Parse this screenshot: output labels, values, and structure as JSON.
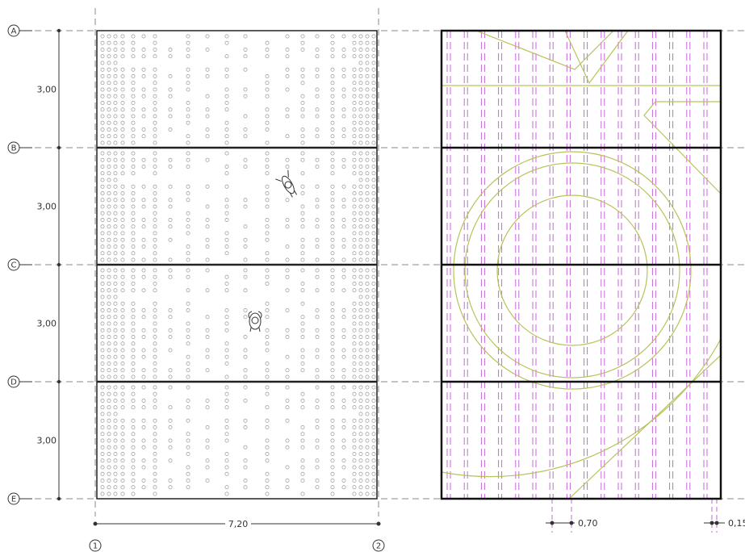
{
  "grid": {
    "rows": [
      {
        "label": "A"
      },
      {
        "label": "B"
      },
      {
        "label": "C"
      },
      {
        "label": "D"
      },
      {
        "label": "E"
      }
    ],
    "columns": [
      {
        "label": "1"
      },
      {
        "label": "2"
      }
    ]
  },
  "dimensions": {
    "bay_heights": [
      "3,00",
      "3,00",
      "3,00",
      "3,00"
    ],
    "width": "7,20",
    "strip_spacing": "0,70",
    "strip_width": "0,15"
  },
  "colors": {
    "line": "#222222",
    "grid_dash": "#888888",
    "dot": "#999999",
    "strip": "#c36ad8",
    "pattern": "#b7c35a"
  }
}
